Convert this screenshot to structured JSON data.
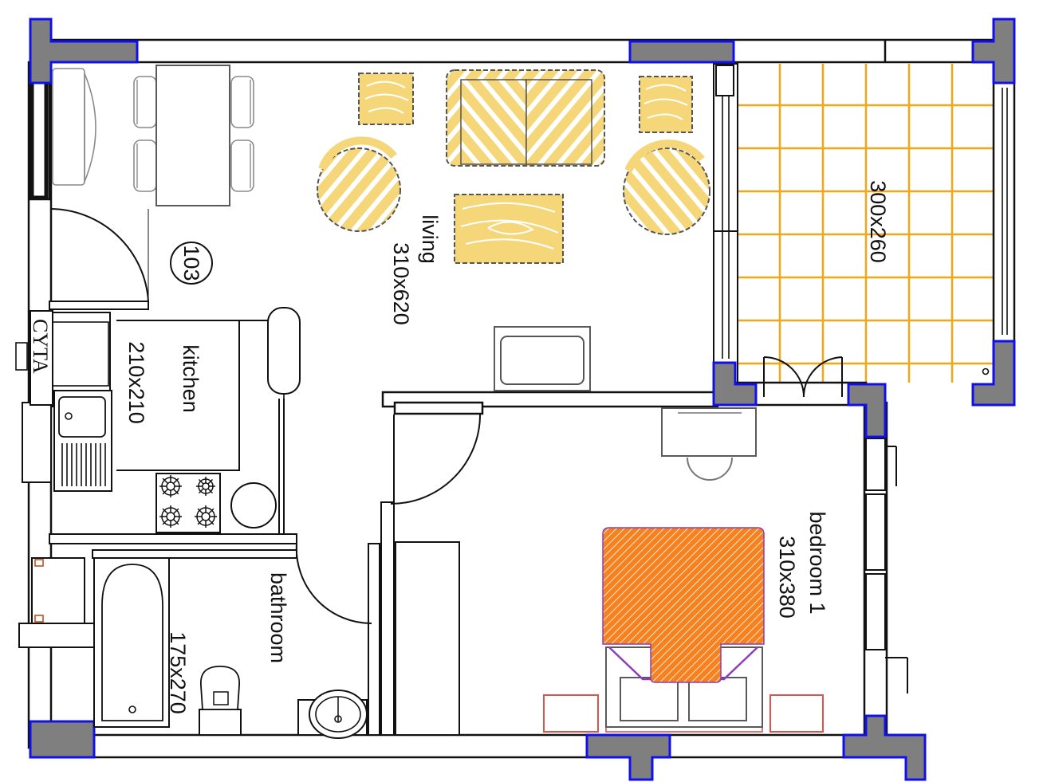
{
  "rooms": {
    "living": {
      "name": "living",
      "size": "310x620"
    },
    "kitchen": {
      "name": "kitchen",
      "size": "210x210"
    },
    "bathroom": {
      "name": "bathroom",
      "size": "175x270"
    },
    "bedroom": {
      "name": "bedroom 1",
      "size": "310x380"
    },
    "terrace": {
      "size": "300x260"
    }
  },
  "unit_number": "103",
  "meter_label": "CYTA",
  "colors": {
    "wall_line": "#111111",
    "structural_column": "#7f7f7f",
    "column_outline": "#1010ee",
    "wood_furniture": "#f5d77a",
    "terrace_tiles": "#f0a818",
    "bed_cover": "#f5821f",
    "bed_outline": "#8e3db8",
    "bedside_rugs": "#d9534f"
  }
}
